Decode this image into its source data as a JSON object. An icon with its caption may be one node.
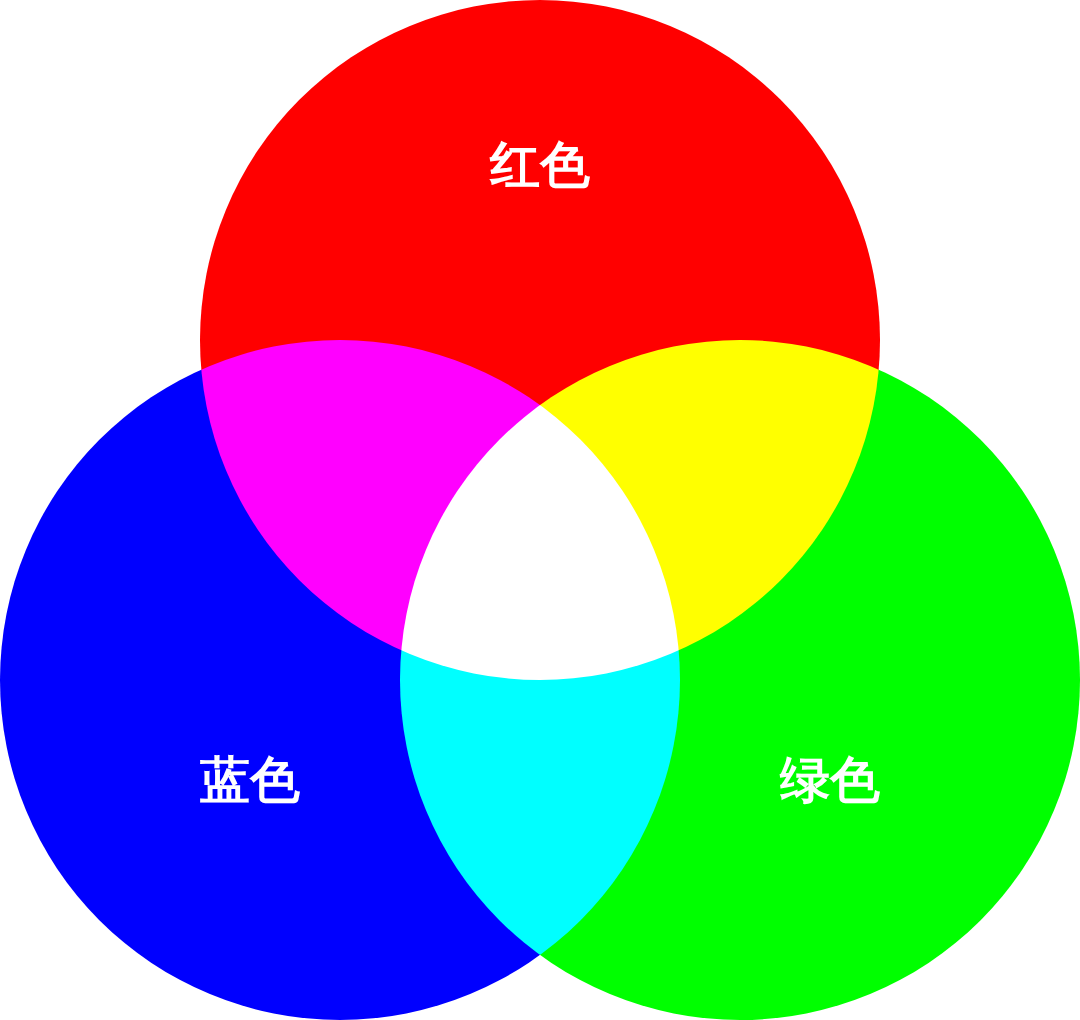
{
  "diagram": {
    "nodes": [
      {
        "text": [
          "红色"
        ]
      },
      {
        "text": [
          "蓝色"
        ]
      },
      {
        "text": [
          "绿色"
        ]
      }
    ]
  }
}
